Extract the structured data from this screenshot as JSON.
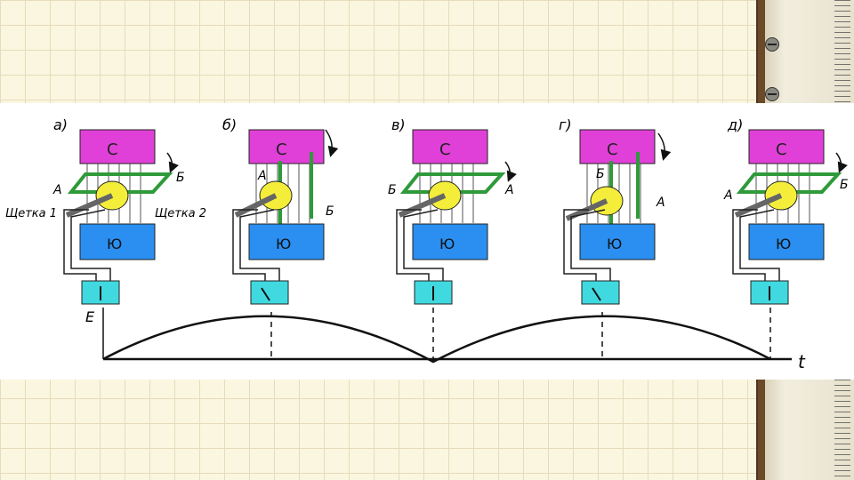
{
  "stages": [
    {
      "label": "а)",
      "left_side": "А",
      "right_side": "Б"
    },
    {
      "label": "б)",
      "left_side": "А",
      "right_side": "Б"
    },
    {
      "label": "в)",
      "left_side": "Б",
      "right_side": "А"
    },
    {
      "label": "г)",
      "left_side": "Б",
      "right_side": "А"
    },
    {
      "label": "д)",
      "left_side": "А",
      "right_side": "Б"
    }
  ],
  "magnet": {
    "north_label": "С",
    "south_label": "Ю"
  },
  "brushes": {
    "brush1": "Щетка 1",
    "brush2": "Щетка 2"
  },
  "graph": {
    "emf_label": "Е",
    "time_label": "t"
  },
  "colors": {
    "north": "#e040d8",
    "south": "#2a8ff0",
    "coil": "#2f9a3a",
    "commutator": "#f4ee3a",
    "meter": "#40d9df"
  }
}
